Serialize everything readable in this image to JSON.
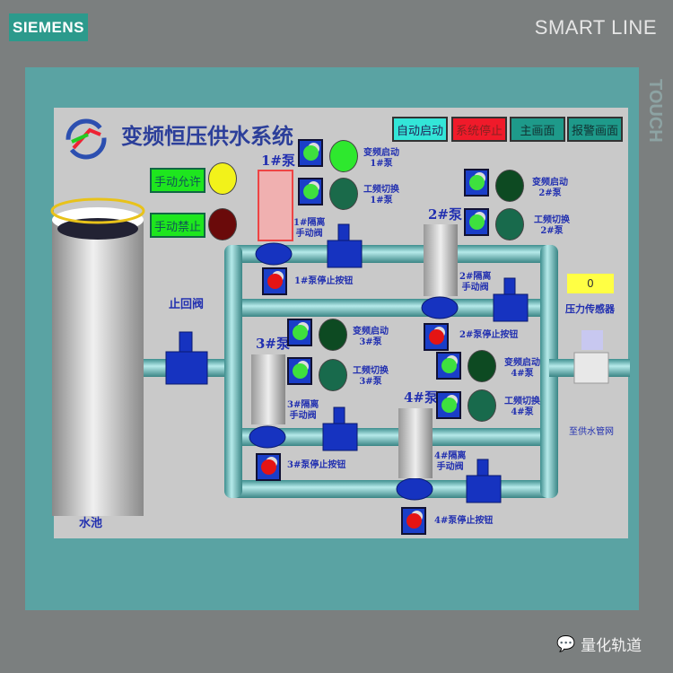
{
  "bezel": {
    "brand": "SIEMENS",
    "model": "SMART LINE",
    "touch": "TOUCH"
  },
  "screen": {
    "title": "变频恒压供水系统",
    "nav_buttons": [
      {
        "label": "自动启动",
        "color": "#33e6d8"
      },
      {
        "label": "系统停止",
        "color": "#f01a2a"
      },
      {
        "label": "主画面",
        "color": "#1e9a8a"
      },
      {
        "label": "报警画面",
        "color": "#1e9a8a"
      }
    ],
    "manual": [
      {
        "label": "手动允许",
        "lamp": "#f2f21a"
      },
      {
        "label": "手动禁止",
        "lamp": "#6a0a0a"
      }
    ],
    "tank_label": "水池",
    "check_valve_label": "止回阀",
    "pumps": [
      {
        "name": "1#泵",
        "valve": "1#隔离\n手动阀",
        "stop": "1#泵停止按钮",
        "vf": "变频启动\n1#泵",
        "pf": "工频切换\n1#泵",
        "vf_lamp": "#2ee82e",
        "pf_lamp": "#1a6a4a",
        "active": true
      },
      {
        "name": "2#泵",
        "valve": "2#隔离\n手动阀",
        "stop": "2#泵停止按钮",
        "vf": "变频启动\n2#泵",
        "pf": "工频切换\n2#泵",
        "vf_lamp": "#0d4a22",
        "pf_lamp": "#186a4c",
        "active": false
      },
      {
        "name": "3#泵",
        "valve": "3#隔离\n手动阀",
        "stop": "3#泵停止按钮",
        "vf": "变频启动\n3#泵",
        "pf": "工频切换\n3#泵",
        "vf_lamp": "#0d4a22",
        "pf_lamp": "#186a4c",
        "active": false
      },
      {
        "name": "4#泵",
        "valve": "4#隔离\n手动阀",
        "stop": "4#泵停止按钮",
        "vf": "变频启动\n4#泵",
        "pf": "工频切换\n4#泵",
        "vf_lamp": "#0d4a22",
        "pf_lamp": "#186a4c",
        "active": false
      }
    ],
    "pressure": {
      "value": "0",
      "label": "压力传感器"
    },
    "outlet_label": "至供水管网"
  },
  "watermark": "量化轨道"
}
